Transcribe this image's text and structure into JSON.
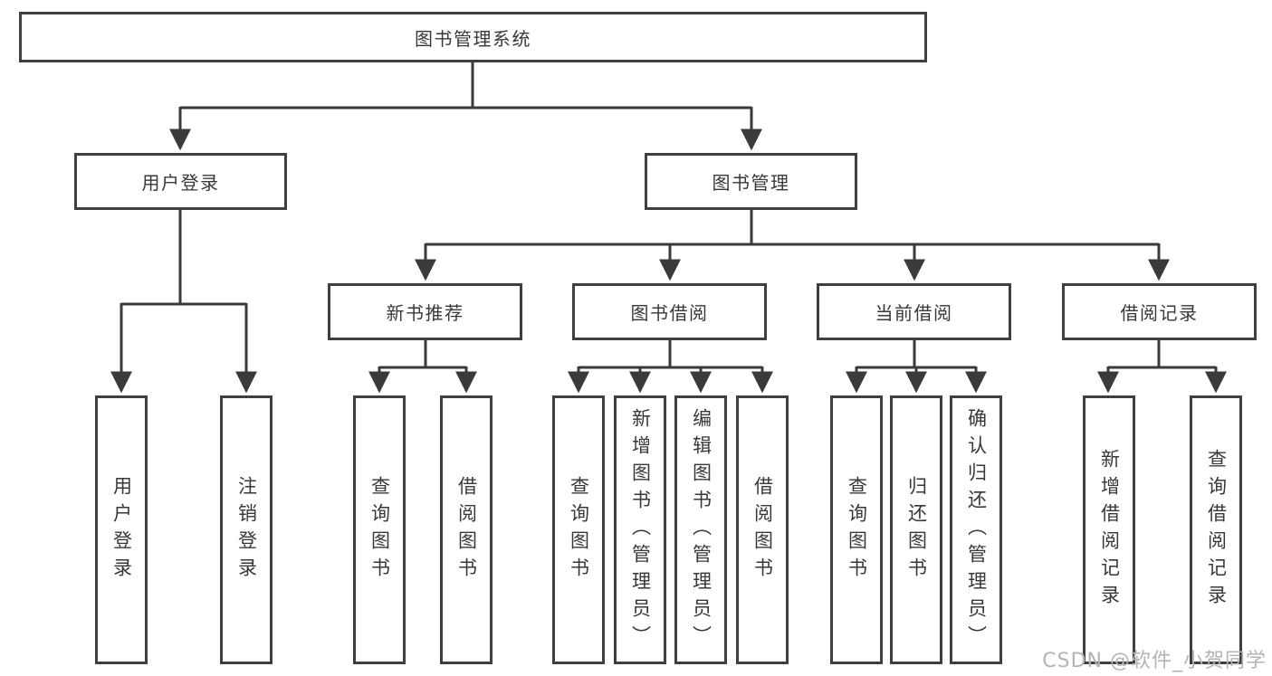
{
  "colors": {
    "background": "#ffffff",
    "box_border": "#3f3f3f",
    "line": "#3a3a3a",
    "text": "#383838",
    "watermark": "#b4b4b4"
  },
  "tree": {
    "root": {
      "label": "图书管理系统"
    },
    "login": {
      "label": "用户登录",
      "leaves": [
        {
          "label": "用户登录"
        },
        {
          "label": "注销登录"
        }
      ]
    },
    "mgmt": {
      "label": "图书管理",
      "groups": [
        {
          "label": "新书推荐",
          "leaves": [
            {
              "label": "查询图书"
            },
            {
              "label": "借阅图书"
            }
          ]
        },
        {
          "label": "图书借阅",
          "leaves": [
            {
              "label": "查询图书"
            },
            {
              "label": "新增图书（管理员）"
            },
            {
              "label": "编辑图书（管理员）"
            },
            {
              "label": "借阅图书"
            }
          ]
        },
        {
          "label": "当前借阅",
          "leaves": [
            {
              "label": "查询图书"
            },
            {
              "label": "归还图书"
            },
            {
              "label": "确认归还（管理员）"
            }
          ]
        },
        {
          "label": "借阅记录",
          "leaves": [
            {
              "label": "新增借阅记录"
            },
            {
              "label": "查询借阅记录"
            }
          ]
        }
      ]
    }
  },
  "watermark": {
    "text": "CSDN @软件_小贺同学"
  }
}
